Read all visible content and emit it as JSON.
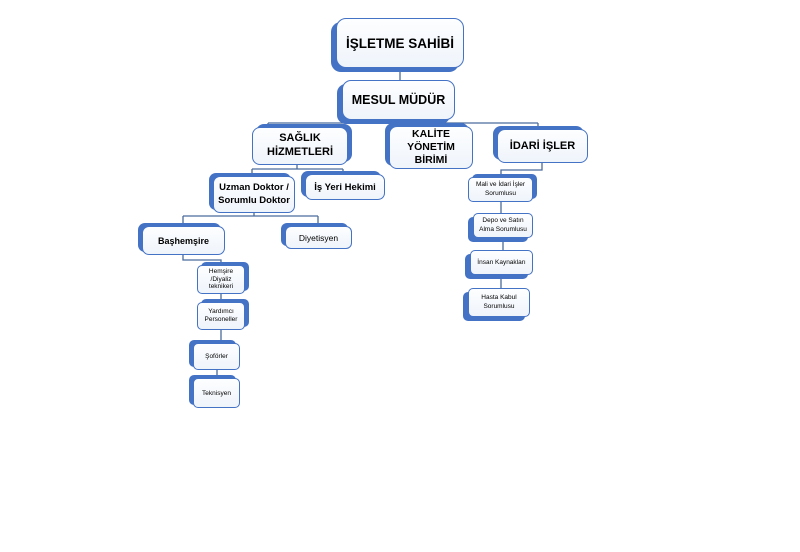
{
  "org_chart": {
    "type": "org-chart",
    "nodes": [
      {
        "id": "isletme_sahibi",
        "label": "İŞLETME SAHİBİ",
        "parent": null
      },
      {
        "id": "mesul_mudur",
        "label": "MESUL MÜDÜR",
        "parent": "isletme_sahibi"
      },
      {
        "id": "saglik_hizmetleri",
        "label": "SAĞLIK HİZMETLERİ",
        "parent": "mesul_mudur"
      },
      {
        "id": "kalite_yonetim_birimi",
        "label": "KALİTE YÖNETİM BİRİMİ",
        "parent": "mesul_mudur"
      },
      {
        "id": "idari_isler",
        "label": "İDARİ İŞLER",
        "parent": "mesul_mudur"
      },
      {
        "id": "uzman_doktor",
        "label": "Uzman Doktor / Sorumlu Doktor",
        "parent": "saglik_hizmetleri"
      },
      {
        "id": "is_yeri_hekimi",
        "label": "İş Yeri Hekimi",
        "parent": "saglik_hizmetleri"
      },
      {
        "id": "bashemsire",
        "label": "Başhemşire",
        "parent": "uzman_doktor"
      },
      {
        "id": "diyetisyen",
        "label": "Diyetisyen",
        "parent": "uzman_doktor"
      },
      {
        "id": "hemsire_diyaliz",
        "label": "Hemşire /Diyaliz teknikeri",
        "parent": "bashemsire"
      },
      {
        "id": "yardimci_personeller",
        "label": "Yardımcı Personeller",
        "parent": "hemsire_diyaliz"
      },
      {
        "id": "soforler",
        "label": "Şoförler",
        "parent": "yardimci_personeller"
      },
      {
        "id": "teknisyen",
        "label": "Teknisyen",
        "parent": "soforler"
      },
      {
        "id": "mali_ve_idari",
        "label": "Mali ve İdari İşler Sorumlusu",
        "parent": "idari_isler"
      },
      {
        "id": "depo_ve_satin_alma",
        "label": "Depo ve Satın Alma Sorumlusu",
        "parent": "mali_ve_idari"
      },
      {
        "id": "insan_kaynaklari",
        "label": "İnsan Kaynakları",
        "parent": "depo_ve_satin_alma"
      },
      {
        "id": "hasta_kabul",
        "label": "Hasta Kabul Sorumlusu",
        "parent": "insan_kaynaklari"
      }
    ],
    "colors": {
      "box_border": "#4472C4",
      "box_shadow": "#4472C4",
      "box_fill": "#F2F6FB",
      "connector": "#4A6A9C",
      "text": "#000000",
      "background": "#FFFFFF"
    }
  }
}
